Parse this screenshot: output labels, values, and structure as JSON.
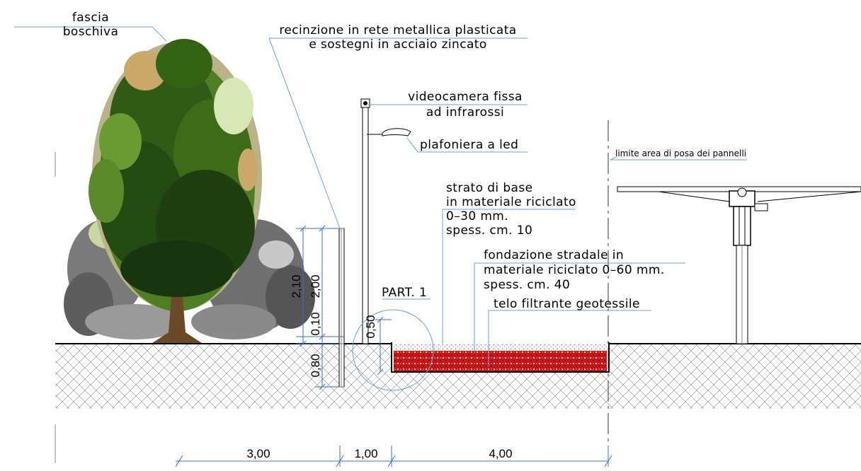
{
  "labels": {
    "woodland": [
      "fascia",
      "boschiva"
    ],
    "fence": [
      "recinzione in rete metallica plasticata",
      "e sostegni in acciaio zincato"
    ],
    "camera": [
      "videocamera fissa",
      "ad infrarossi"
    ],
    "lamp": "plafoniera a led",
    "limit": "limite area di posa dei pannelli",
    "base_layer": [
      "strato di base",
      "in materiale riciclato",
      "0–30 mm.",
      "spess. cm. 10"
    ],
    "foundation": [
      "fondazione stradale in",
      "materiale riciclato 0–60 mm.",
      "spess. cm. 40"
    ],
    "geotextile": "telo filtrante geotessile",
    "detail": "PART. 1"
  },
  "vertical_dims": {
    "h_210": "2,10",
    "h_200": "2,00",
    "h_010": "0,10",
    "h_080": "0,80",
    "h_050": "0,50"
  },
  "horizontal_dims": [
    "3,00",
    "1,00",
    "4,00"
  ],
  "colors": {
    "leader": "#6aa0d8",
    "gravel_red": "#c41818",
    "tree_dark": "#244a14",
    "tree_mid": "#4f7d22",
    "tree_light": "#9cbf55",
    "shrub_grey": "#6f6f6f"
  }
}
